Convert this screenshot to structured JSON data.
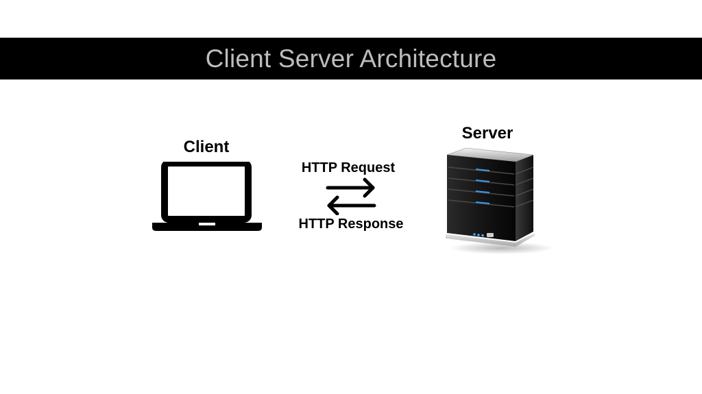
{
  "title": "Client Server Architecture",
  "nodes": {
    "client": {
      "label": "Client",
      "icon": "laptop-icon"
    },
    "server": {
      "label": "Server",
      "icon": "server-rack-icon"
    }
  },
  "edges": {
    "request": {
      "label": "HTTP Request",
      "direction": "client-to-server"
    },
    "response": {
      "label": "HTTP Response",
      "direction": "server-to-client"
    }
  },
  "colors": {
    "title_bar": "#000000",
    "title_text": "#bdbdbd",
    "server_led": "#3fa9ff"
  }
}
